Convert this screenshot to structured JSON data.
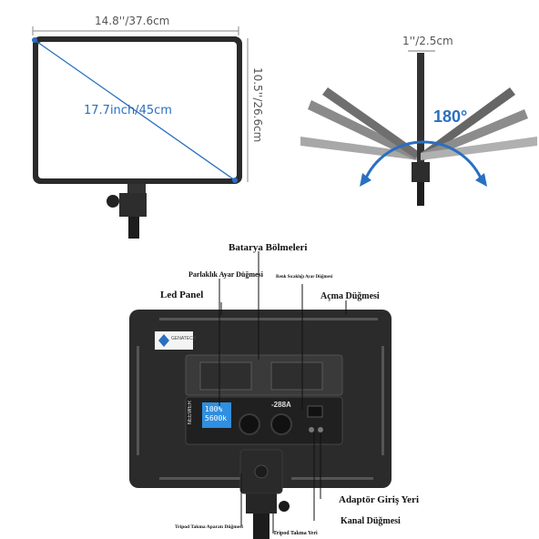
{
  "top_left": {
    "width_label": "14.8''/37.6cm",
    "height_label": "10.5''/26.6cm",
    "diagonal_label": "17.7inch/45cm"
  },
  "top_right": {
    "thickness_label": "1''/2.5cm",
    "angle_label": "180°"
  },
  "bottom": {
    "labels": {
      "battery": "Batarya Bölmeleri",
      "brightness": "Parlaklık Ayar Düğmesi",
      "color_temp": "Renk Sıcaklığı Ayar Düğmesi",
      "led_panel": "Led Panel",
      "power": "Açma Düğmesi",
      "adapter": "Adaptör Giriş Yeri",
      "channel": "Kanal Düğmesi",
      "tripod_release": "Tripod Takma Aparatı Düğmesi",
      "tripod_mount": "Tripod Takma Yeri"
    },
    "screen": {
      "line1": "100%",
      "line2": "5600k"
    },
    "brand": "NEEWER",
    "model": "-288A",
    "sticker": "GENATECH"
  },
  "colors": {
    "accent_blue": "#2a6fc0",
    "panel_dark": "#2b2b2b",
    "lcd_blue": "#2f8fe0"
  }
}
